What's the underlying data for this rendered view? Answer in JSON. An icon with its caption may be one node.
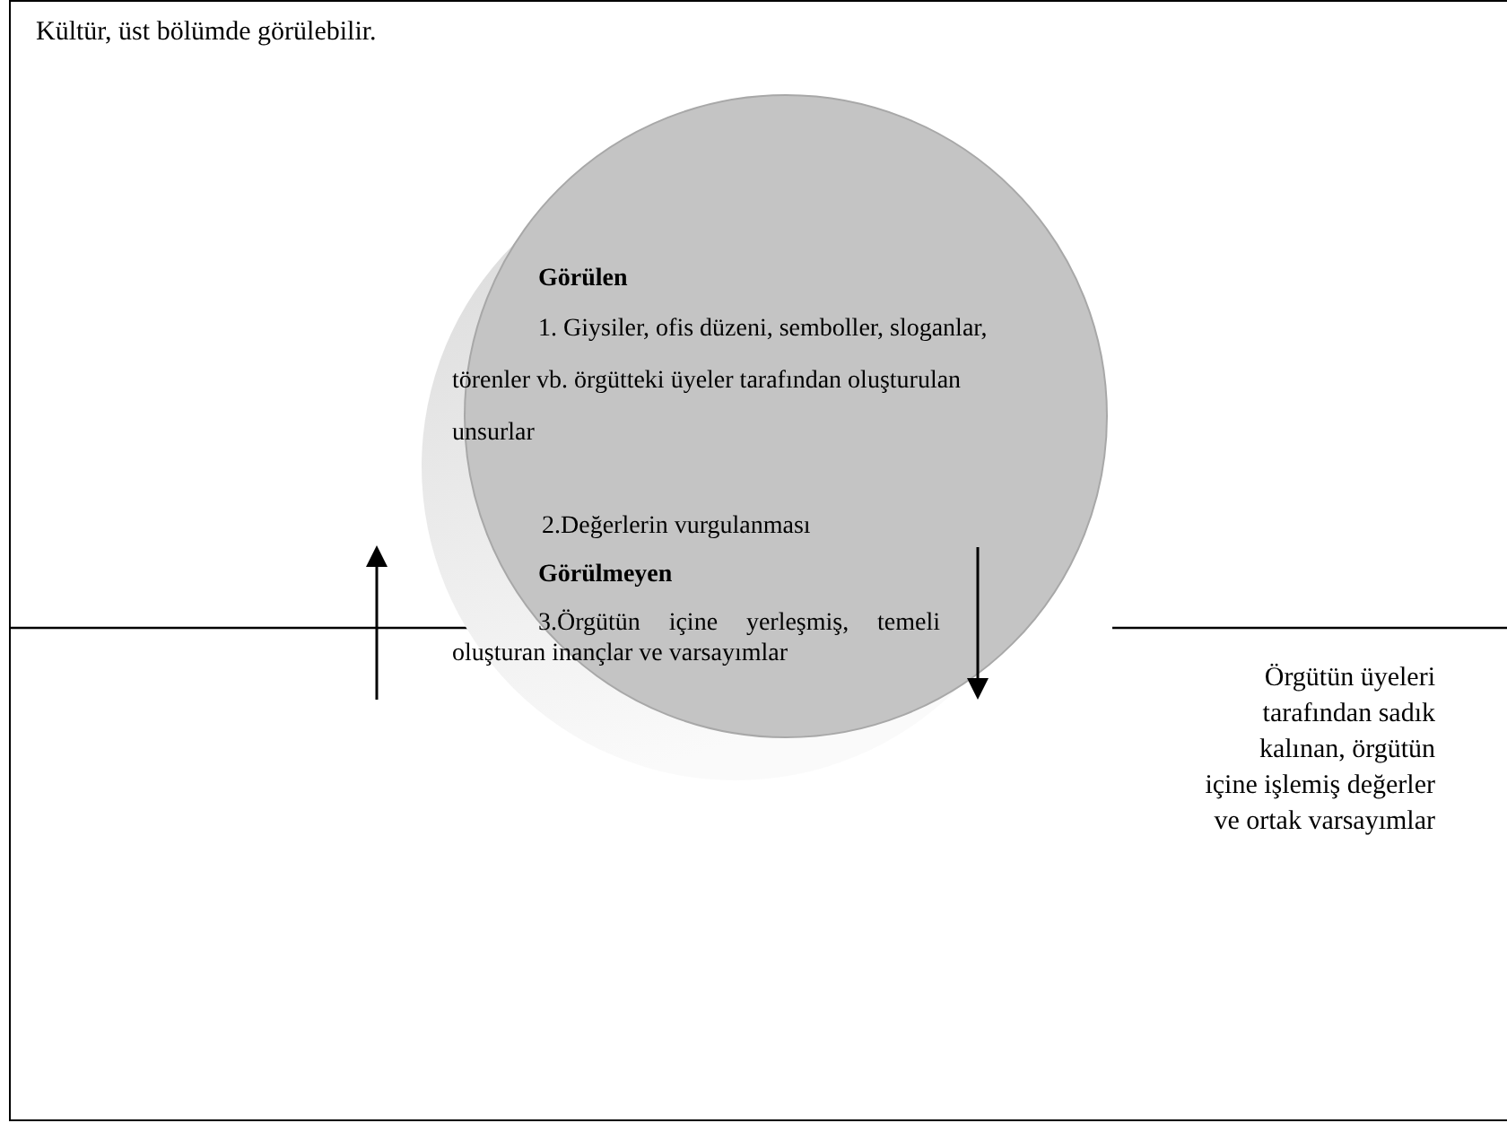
{
  "diagram": {
    "nodes": [
      {
        "text": [
          "Görülen",
          "1. Giysiler, ofis düzeni, semboller, sloganlar, törenler vb. örgütteki üyeler tarafından oluşturulan unsurlar",
          "2.Değerlerin vurgulanması",
          "Görülmeyen",
          "3.Örgütün içine yerleşmiş, temeli oluşturan inançlar ve varsayımlar"
        ]
      }
    ],
    "edges": [],
    "labels": [
      "Kültür, üst bölümde görülebilir.",
      "Örgütün üyeleri tarafından sadık kalınan, örgütün içine işlemiş değerler ve ortak varsayımlar"
    ]
  }
}
